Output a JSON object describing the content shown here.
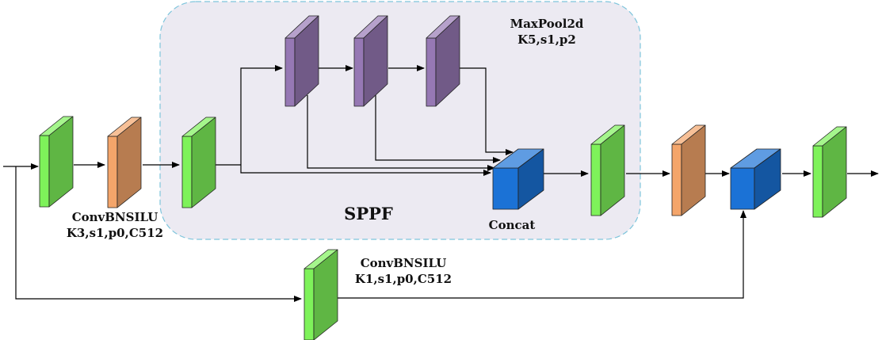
{
  "colors": {
    "conv": "#7ef25a",
    "bn_silu": "#f4a56a",
    "maxpool": "#9678b4",
    "concat": "#1b72d6",
    "sppf_fill": "#eceaf2",
    "sppf_border": "#7ec5dc"
  },
  "labels": {
    "maxpool_line1": "MaxPool2d",
    "maxpool_line2": "K5,s1,p2",
    "sppf": "SPPF",
    "concat": "Concat",
    "conv1_line1": "ConvBNSILU",
    "conv1_line2": "K3,s1,p0,C512",
    "conv2_line1": "ConvBNSILU",
    "conv2_line2": "K1,s1,p0,C512"
  }
}
